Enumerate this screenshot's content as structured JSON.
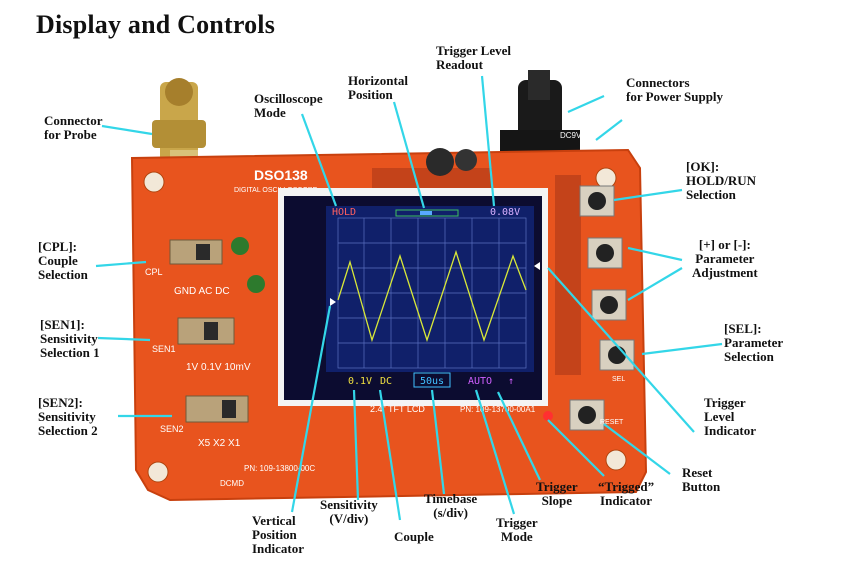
{
  "title": "Display and Controls",
  "labels": {
    "trigger_level_readout": "Trigger Level\nReadout",
    "horizontal_position": "Horizontal\nPosition",
    "oscilloscope_mode": "Oscilloscope\nMode",
    "connectors_power": "Connectors\nfor Power Supply",
    "connector_probe": "Connector\nfor Probe",
    "ok_hold": "[OK]:\nHOLD/RUN\nSelection",
    "cpl": "[CPL]:\nCouple\nSelection",
    "plus_minus": "[+] or [-]:\nParameter\nAdjustment",
    "sen1": "[SEN1]:\nSensitivity\nSelection 1",
    "sel": "[SEL]:\nParameter\nSelection",
    "sen2": "[SEN2]:\nSensitivity\nSelection 2",
    "trigger_level_indicator": "Trigger\nLevel\nIndicator",
    "reset_button": "Reset\nButton",
    "trigged_indicator": "“Trigged”\nIndicator",
    "trigger_slope": "Trigger\nSlope",
    "timebase": "Timebase\n(s/div)",
    "trigger_mode": "Trigger\nMode",
    "sensitivity": "Sensitivity\n(V/div)",
    "couple": "Couple",
    "vertical_position": "Vertical\nPosition\nIndicator"
  },
  "screen": {
    "mode": "HOLD",
    "trigger_level": "0.08V",
    "sensitivity": "0.1V",
    "couple": "DC",
    "timebase": "50us",
    "trigger_mode": "AUTO",
    "slope": "↑"
  },
  "board": {
    "model": "DSO138",
    "subtitle": "DIGITAL OSCILLOSCOPE",
    "part_number": "PN: 109-13800-00C",
    "lcd_label": "2.4\" TFT LCD",
    "lcd_pn": "PN: 109-13700-00A1",
    "cpl_tag": "CPL",
    "sen1_tag": "SEN1",
    "sen2_tag": "SEN2",
    "sel_tag": "SEL",
    "reset_tag": "RESET",
    "cpl_options": "GND AC DC",
    "sen1_options": "1V 0.1V 10mV",
    "sen2_options": "X5 X2 X1",
    "power_tag": "DC9V",
    "dcmd": "DCMD"
  },
  "colors": {
    "board": "#e8541e",
    "screen_bg": "#10206a",
    "trace": "#d8e838",
    "grid": "#5a6fc0"
  }
}
